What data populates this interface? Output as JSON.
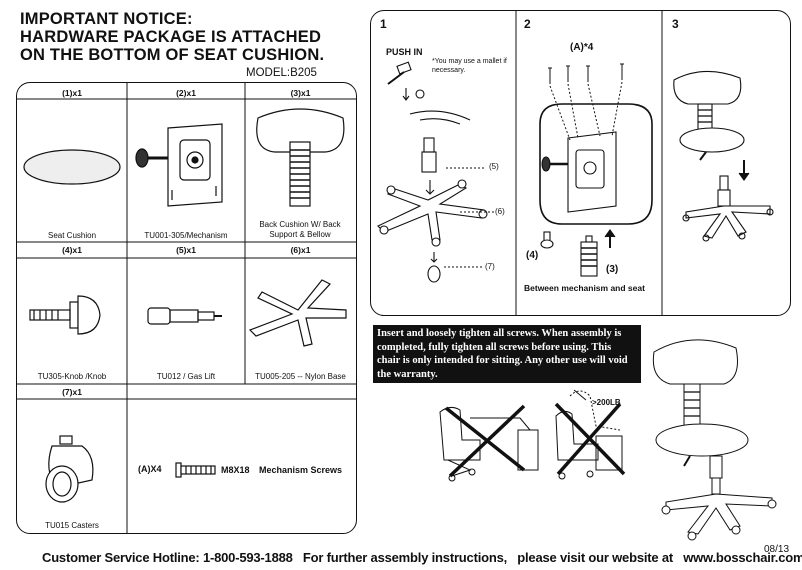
{
  "notice": {
    "line1": "IMPORTANT NOTICE:",
    "line2": "HARDWARE PACKAGE IS ATTACHED",
    "line3": "ON THE BOTTOM OF SEAT CUSHION.",
    "model": "MODEL:B205"
  },
  "parts": {
    "p1": {
      "qty": "(1)x1",
      "name": "Seat Cushion"
    },
    "p2": {
      "qty": "(2)x1",
      "name": "TU001-305/Mechanism"
    },
    "p3": {
      "qty": "(3)x1",
      "name": "Back Cushion W/ Back Support & Bellow"
    },
    "p4": {
      "qty": "(4)x1",
      "name": "TU305-Knob /Knob"
    },
    "p5": {
      "qty": "(5)x1",
      "name": "TU012 / Gas Lift"
    },
    "p6": {
      "qty": "(6)x1",
      "name": "TU005-205 -- Nylon Base"
    },
    "p7": {
      "qty": "(7)x1",
      "name": "TU015 Casters"
    },
    "screws": {
      "qty": "(A)X4",
      "spec": "M8X18",
      "name": "Mechanism Screws"
    }
  },
  "steps": {
    "s1": {
      "num": "1",
      "push_in": "PUSH IN",
      "note": "*You may use a mallet if necessary.",
      "c5": "(5)",
      "c6": "(6)",
      "c7": "(7)"
    },
    "s2": {
      "num": "2",
      "screws": "(A)*4",
      "c4": "(4)",
      "c3": "(3)",
      "caption": "Between mechanism and seat"
    },
    "s3": {
      "num": "3"
    }
  },
  "warning": "Insert and loosely tighten all screws. When assembly is completed, fully tighten all screws before using. This chair is only intended for sitting. Any other use will void the warranty.",
  "weight_limit": ">200LB",
  "footer": {
    "text": "Customer Service Hotline: 1-800-593-1888   For further assembly instructions,   please visit our website at   www.bosschair.com",
    "date": "08/13"
  }
}
